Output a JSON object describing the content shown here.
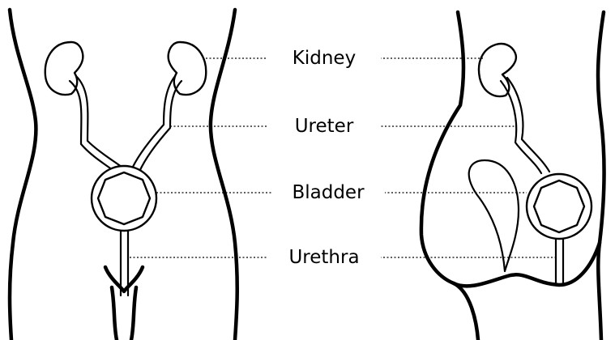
{
  "labels": {
    "kidney": "Kidney",
    "ureter": "Ureter",
    "bladder": "Bladder",
    "urethra": "Urethra"
  }
}
